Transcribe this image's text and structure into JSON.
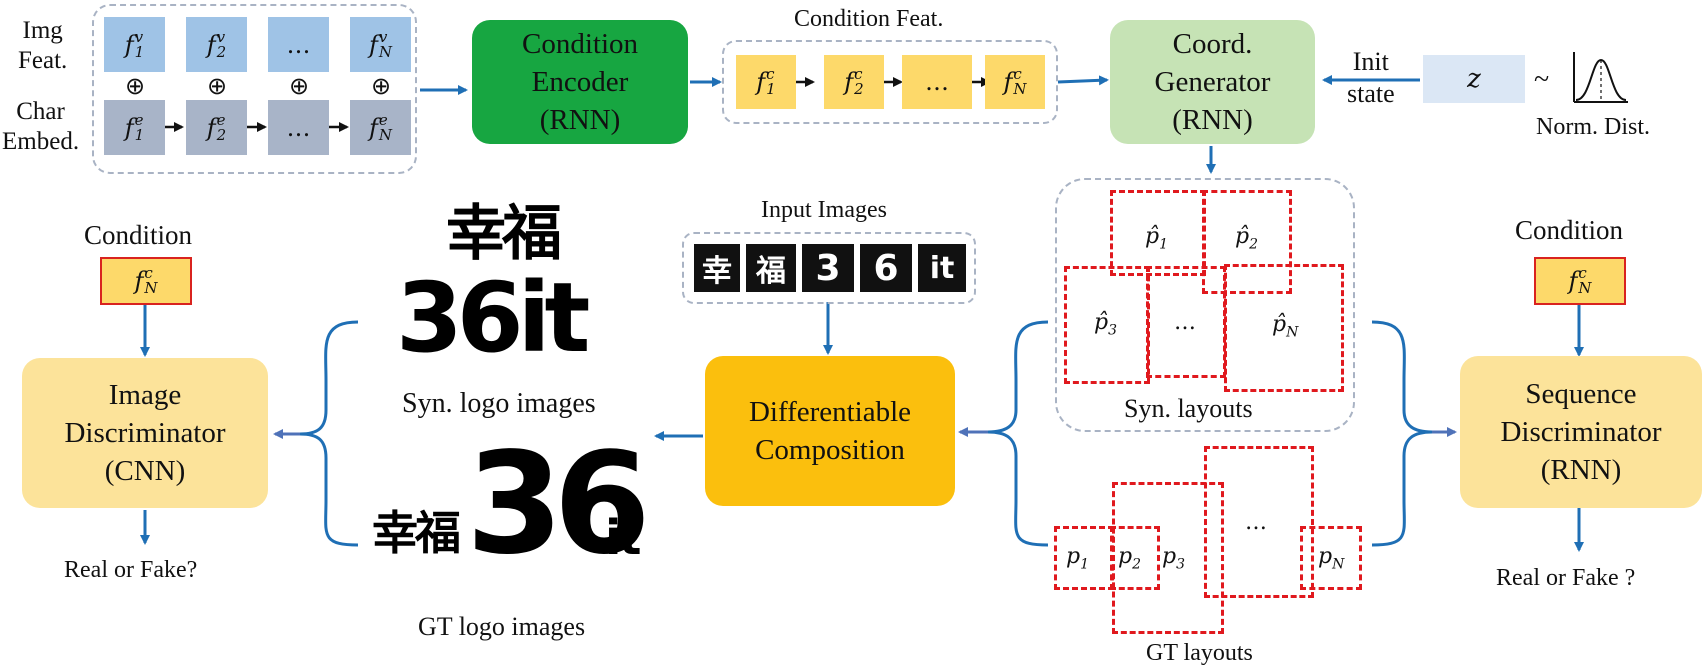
{
  "labels": {
    "img_feat": "Img\nFeat.",
    "char_embed": "Char\nEmbed.",
    "condition_feat": "Condition Feat.",
    "init_state": "Init\nstate",
    "norm_dist": "Norm. Dist.",
    "input_images": "Input Images",
    "condition_left": "Condition",
    "condition_right": "Condition",
    "syn_logo_images": "Syn. logo images",
    "gt_logo_images": "GT logo images",
    "syn_layouts": "Syn. layouts",
    "gt_layouts": "GT layouts",
    "real_fake_left": "Real or Fake?",
    "real_fake_right": "Real or Fake ?",
    "tilde": "~",
    "z": "z"
  },
  "blocks": {
    "condition_encoder": "Condition\nEncoder\n(RNN)",
    "coord_generator": "Coord.\nGenerator\n(RNN)",
    "image_discriminator": "Image\nDiscriminator\n(CNN)",
    "differentiable_composition": "Differentiable\nComposition",
    "sequence_discriminator": "Sequence\nDiscriminator\n(RNN)"
  },
  "features": {
    "vis": [
      {
        "base": "f",
        "sub": "1",
        "sup": "v"
      },
      {
        "base": "f",
        "sub": "2",
        "sup": "v"
      },
      {
        "base": "…",
        "sub": "",
        "sup": ""
      },
      {
        "base": "f",
        "sub": "N",
        "sup": "v"
      }
    ],
    "emb": [
      {
        "base": "f",
        "sub": "1",
        "sup": "e"
      },
      {
        "base": "f",
        "sub": "2",
        "sup": "e"
      },
      {
        "base": "…",
        "sub": "",
        "sup": ""
      },
      {
        "base": "f",
        "sub": "N",
        "sup": "e"
      }
    ],
    "cond": [
      {
        "base": "f",
        "sub": "1",
        "sup": "c"
      },
      {
        "base": "f",
        "sub": "2",
        "sup": "c"
      },
      {
        "base": "…",
        "sub": "",
        "sup": ""
      },
      {
        "base": "f",
        "sub": "N",
        "sup": "c"
      }
    ],
    "cond_single": {
      "base": "f",
      "sub": "N",
      "sup": "c"
    },
    "oplus": "⊕"
  },
  "syn_layout_labels": [
    {
      "base": "p̂",
      "sub": "1"
    },
    {
      "base": "p̂",
      "sub": "2"
    },
    {
      "base": "p̂",
      "sub": "3"
    },
    {
      "base": "…",
      "sub": ""
    },
    {
      "base": "p̂",
      "sub": "N"
    }
  ],
  "gt_layout_labels": [
    {
      "base": "p",
      "sub": "1"
    },
    {
      "base": "p",
      "sub": "2"
    },
    {
      "base": "p",
      "sub": "3"
    },
    {
      "base": "…",
      "sub": ""
    },
    {
      "base": "p",
      "sub": "N"
    }
  ],
  "logos": {
    "syn_line1": "幸福",
    "syn_line2": "36it",
    "gt_left": "幸福",
    "gt_mid": "36",
    "gt_right": "it",
    "input_tiles": [
      "幸",
      "福",
      "3",
      "6",
      "it"
    ]
  },
  "colors": {
    "arrow": "#1f6fb5",
    "encoder": "#17a641",
    "generator": "#c6e3b5",
    "discriminator": "#fce39a",
    "composition": "#fbbf0d",
    "vis_feat": "#9fc3e6",
    "emb_feat": "#a8b4c8",
    "cond_feat": "#fdd96a",
    "z_box": "#dbe7f5",
    "layout_box": "#e0191e"
  }
}
